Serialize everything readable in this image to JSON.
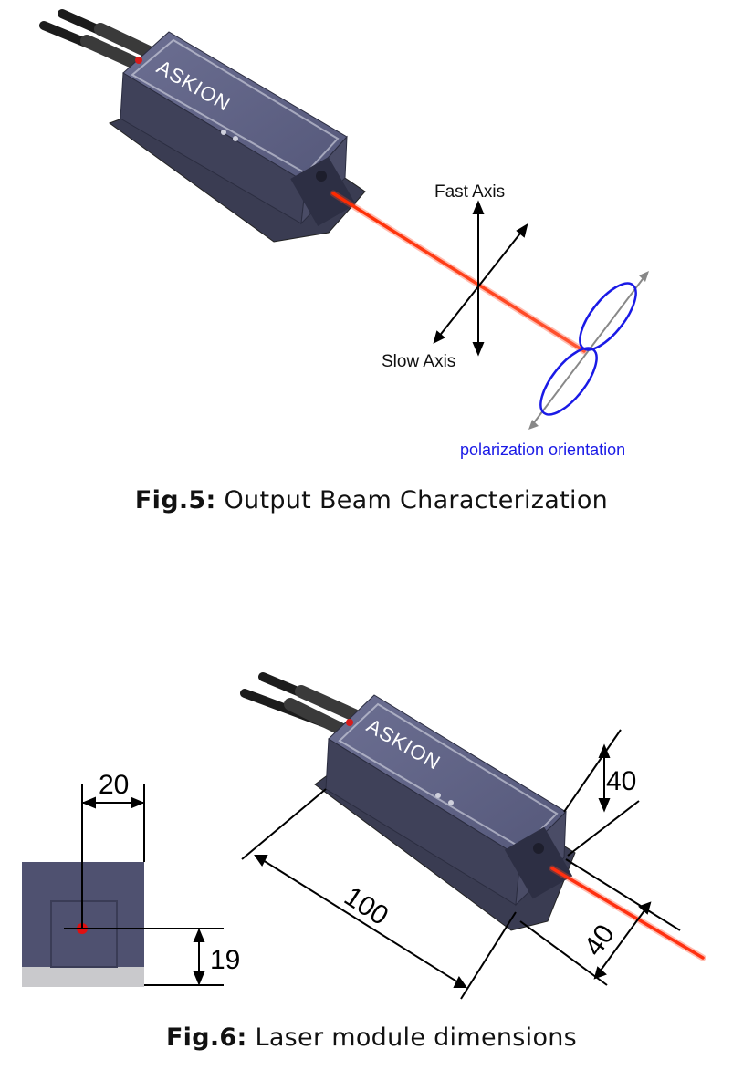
{
  "figure5": {
    "brand": "ASKION",
    "fast_axis_label": "Fast Axis",
    "slow_axis_label": "Slow Axis",
    "polarization_label": "polarization orientation",
    "caption_prefix": "Fig.5:",
    "caption_text": " Output Beam Characterization",
    "colors": {
      "beam": "#ff3b1a",
      "polarization": "#1a1ae6",
      "housing": "#4b4d6a"
    }
  },
  "figure6": {
    "brand": "ASKION",
    "dim_width_top": "20",
    "dim_offset": "19",
    "dim_height": "40",
    "dim_length": "100",
    "dim_depth": "40",
    "caption_prefix": "Fig.6:",
    "caption_text": " Laser module dimensions"
  }
}
